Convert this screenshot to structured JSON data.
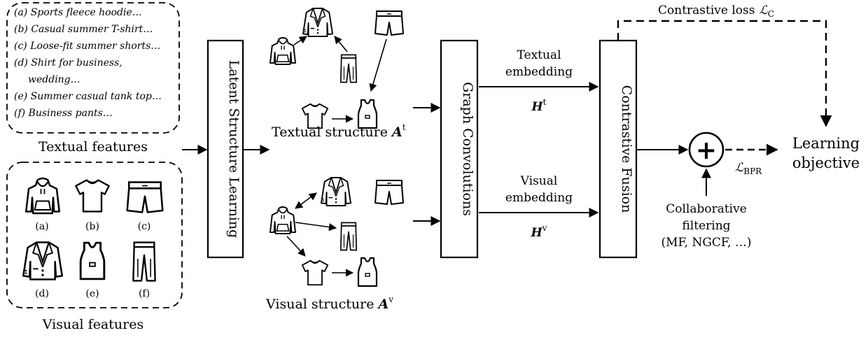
{
  "textual_panel": {
    "items": [
      "(a) Sports fleece hoodie…",
      "(b) Casual summer T-shirt…",
      "(c) Loose-fit summer shorts…",
      "(d) Shirt for business,",
      "wedding…",
      "(e) Summer casual tank top…",
      "(f) Business pants…"
    ],
    "caption": "Textual features"
  },
  "visual_panel": {
    "labels": [
      "(a)",
      "(b)",
      "(c)",
      "(d)",
      "(e)",
      "(f)"
    ],
    "icons": [
      "hoodie-icon",
      "tshirt-icon",
      "shorts-icon",
      "blazer-icon",
      "tank-top-icon",
      "pants-icon"
    ],
    "caption": "Visual features"
  },
  "blocks": {
    "latent": "Latent  Structure Learning",
    "graph": "Graph Convolutions",
    "fusion": "Contrastive Fusion"
  },
  "structures": {
    "textual": {
      "caption": "Textual structure",
      "symbol": "A",
      "sup": "t"
    },
    "visual": {
      "caption": "Visual structure",
      "symbol": "A",
      "sup": "v"
    }
  },
  "embeddings": {
    "textual": {
      "line1": "Textual",
      "line2": "embedding",
      "symbol": "H",
      "sup": "t"
    },
    "visual": {
      "line1": "Visual",
      "line2": "embedding",
      "symbol": "H",
      "sup": "v"
    }
  },
  "loss": {
    "contrastive_text": "Contrastive loss",
    "contrastive_symbol": "ℒ",
    "contrastive_sub": "C",
    "bpr_symbol": "ℒ",
    "bpr_sub": "BPR"
  },
  "objective": {
    "line1": "Learning",
    "line2": "objective"
  },
  "cf": {
    "line1": "Collaborative",
    "line2": "filtering",
    "line3": "(MF, NGCF, …)"
  },
  "plus_symbol": "+"
}
